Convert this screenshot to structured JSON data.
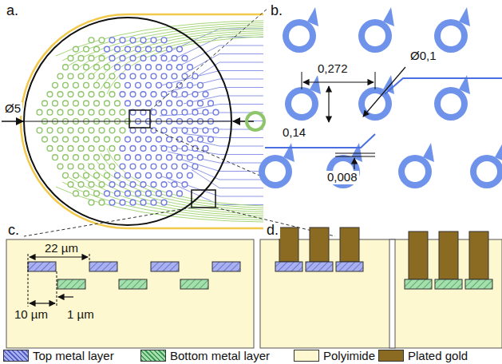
{
  "diagram": {
    "labels": [
      "a.",
      "Ø5",
      "b.",
      "0,272",
      "Ø0,1",
      "0,14",
      "0,008",
      "c.",
      "22 µm",
      "10 µm",
      "1 µm",
      "d."
    ],
    "legend": [
      {
        "text": "Top metal layer"
      },
      {
        "text": "Bottom metal layer"
      },
      {
        "text": "Polyimide",
        "color": "#fdf8cf"
      },
      {
        "text": "Plated gold",
        "color": "#8b6b22"
      }
    ]
  }
}
